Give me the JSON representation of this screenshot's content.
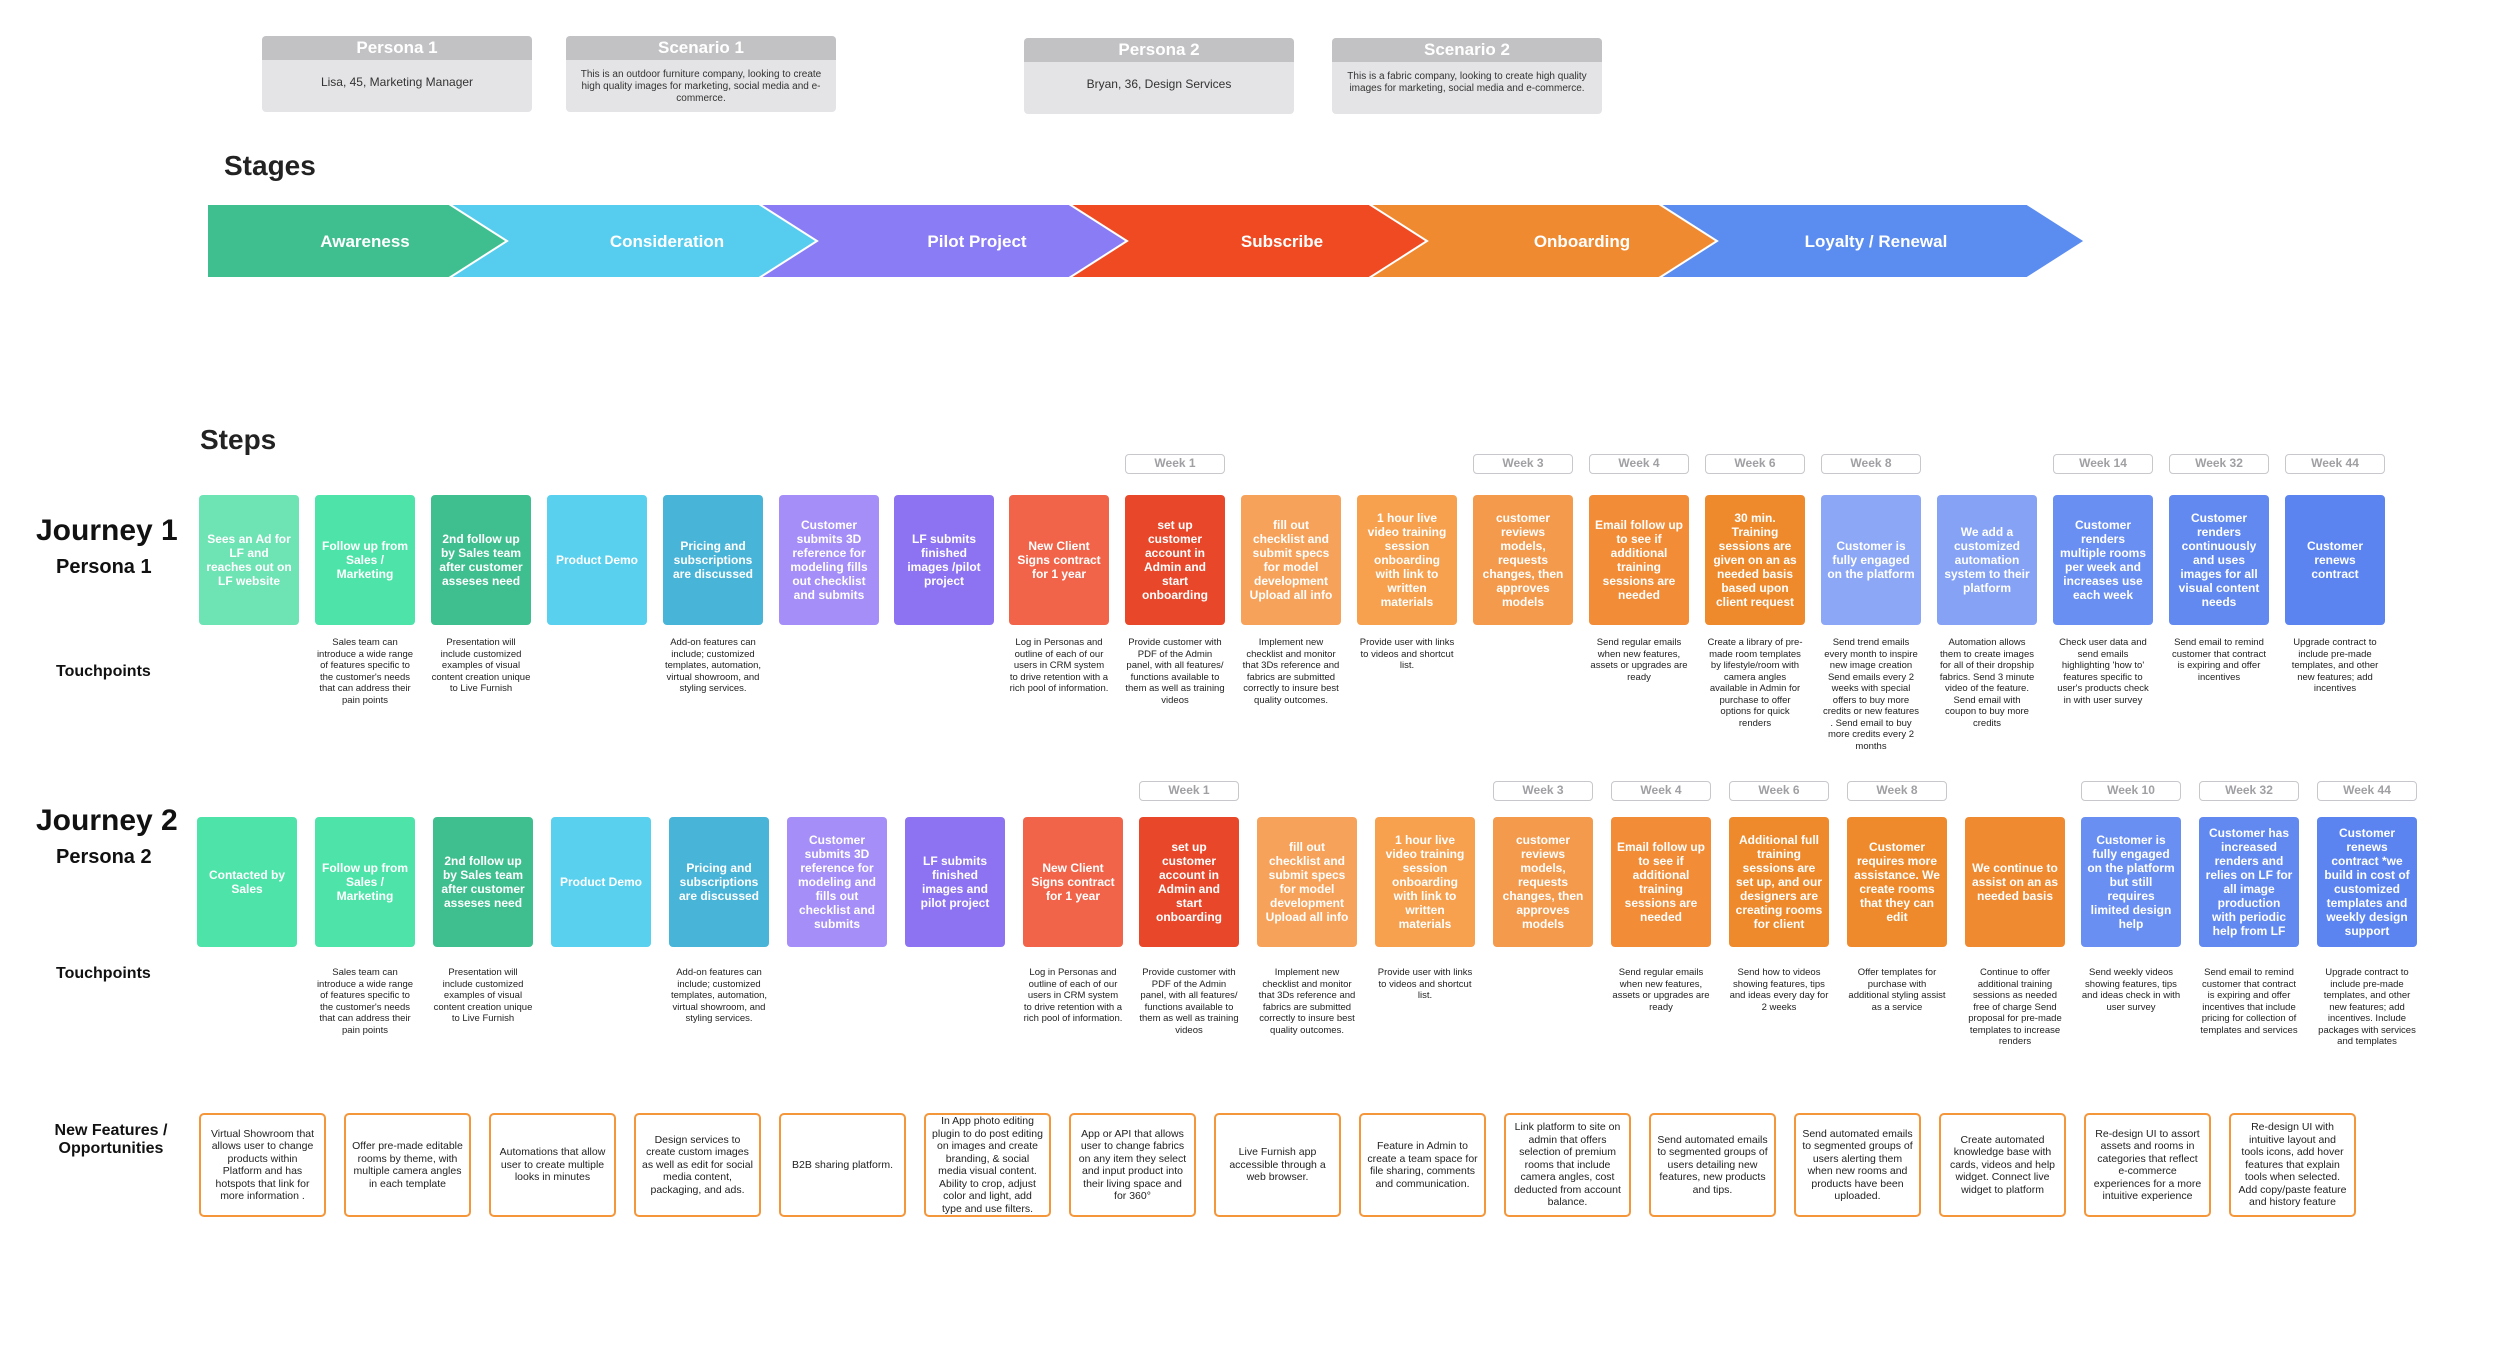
{
  "personas": [
    {
      "title": "Persona 1",
      "body": "Lisa, 45, Marketing Manager",
      "big": true
    },
    {
      "title": "Scenario 1",
      "body": "This is an outdoor furniture company, looking to create high quality images for marketing, social media and e-commerce.",
      "big": false
    },
    {
      "title": "Persona 2",
      "body": "Bryan, 36, Design Services",
      "big": true
    },
    {
      "title": "Scenario 2",
      "body": "This is a fabric company, looking to create high quality images for marketing, social media and e-commerce.",
      "big": false
    }
  ],
  "stages_title": "Stages",
  "steps_title": "Steps",
  "stages": [
    {
      "label": "Awareness",
      "color": "#3fbf8f"
    },
    {
      "label": "Consideration",
      "color": "#56cdef"
    },
    {
      "label": "Pilot Project",
      "color": "#8a7cf5"
    },
    {
      "label": "Subscribe",
      "color": "#ef4a22"
    },
    {
      "label": "Onboarding",
      "color": "#f08a30"
    },
    {
      "label": "Loyalty / Renewal",
      "color": "#5b8cf0"
    }
  ],
  "journey1": {
    "title": "Journey 1",
    "persona": "Persona 1",
    "touch_label": "Touchpoints",
    "cards": [
      {
        "text": "Sees an Ad for LF and reaches out on LF website",
        "color": "#6ee3b4",
        "week": "",
        "touch": ""
      },
      {
        "text": "Follow up from Sales / Marketing",
        "color": "#4ee3a8",
        "week": "",
        "touch": "Sales team can introduce a wide range of features specific to the customer's needs that can address their pain points"
      },
      {
        "text": "2nd follow up by Sales team after customer asseses need",
        "color": "#3fbf8f",
        "week": "",
        "touch": "Presentation will include customized examples of visual content creation unique to Live Furnish"
      },
      {
        "text": "Product Demo",
        "color": "#58d0ee",
        "week": "",
        "touch": ""
      },
      {
        "text": "Pricing and subscriptions are discussed",
        "color": "#48b4d8",
        "week": "",
        "touch": "Add-on features can include; customized templates, automation, virtual showroom, and styling services."
      },
      {
        "text": "Customer submits 3D reference for modeling fills out checklist and submits",
        "color": "#a58ef7",
        "week": "",
        "touch": ""
      },
      {
        "text": "LF submits finished images /pilot project",
        "color": "#8d73f2",
        "week": "",
        "touch": ""
      },
      {
        "text": "New Client Signs contract for 1 year",
        "color": "#f2644a",
        "week": "",
        "touch": "Log in Personas and outline of each of our users in CRM system to drive retention with a rich pool of information."
      },
      {
        "text": "set up customer account in Admin and start onboarding",
        "color": "#e8472a",
        "week": "Week 1",
        "touch": "Provide customer with PDF of the Admin panel, with all features/ functions available to them as well as training videos"
      },
      {
        "text": "fill out checklist and submit specs for model development Upload all info",
        "color": "#f7a25a",
        "week": "",
        "touch": "Implement new checklist and monitor that 3Ds reference and fabrics are submitted correctly to insure best quality outcomes."
      },
      {
        "text": "1 hour live video training session onboarding with link to written materials",
        "color": "#f7a04e",
        "week": "",
        "touch": "Provide user with links to videos and shortcut list."
      },
      {
        "text": "customer reviews models, requests changes, then approves models",
        "color": "#f49a4c",
        "week": "Week 3",
        "touch": ""
      },
      {
        "text": "Email follow up to see if additional training sessions are needed",
        "color": "#f28c36",
        "week": "Week 4",
        "touch": "Send regular emails when new features, assets or upgrades are ready"
      },
      {
        "text": "30 min. Training sessions are given on an as needed basis based upon client request",
        "color": "#ee8a2c",
        "week": "Week 6",
        "touch": "Create a library of pre-made room templates by lifestyle/room with camera angles available in Admin for purchase to offer options for quick renders"
      },
      {
        "text": "Customer is fully engaged on the platform",
        "color": "#8ca7f6",
        "week": "Week 8",
        "touch": "Send trend emails every month to inspire new image creation Send emails every 2 weeks with special offers to buy more credits or new features . Send email to buy more credits every 2 months"
      },
      {
        "text": "We add a customized automation system to their platform",
        "color": "#85a2f5",
        "week": "",
        "touch": "Automation allows them to create images for all of their dropship fabrics. Send 3 minute video of the feature. Send email with coupon to buy more credits"
      },
      {
        "text": "Customer renders multiple rooms per week and increases use each week",
        "color": "#6a8ff2",
        "week": "Week 14",
        "touch": "Check user data and send emails highlighting 'how to' features specific to user's products check in with user survey"
      },
      {
        "text": "Customer renders continuously and uses images for all visual content needs",
        "color": "#6289f0",
        "week": "Week 32",
        "touch": "Send email to remind customer that contract is expiring and offer incentives"
      },
      {
        "text": "Customer renews contract",
        "color": "#5b84f0",
        "week": "Week 44",
        "touch": "Upgrade contract to include pre-made templates, and other new features; add incentives"
      }
    ]
  },
  "journey2": {
    "title": "Journey 2",
    "persona": "Persona 2",
    "touch_label": "Touchpoints",
    "cards": [
      {
        "text": "Contacted by Sales",
        "color": "#4ee3a8",
        "week": "",
        "touch": ""
      },
      {
        "text": "Follow up from Sales / Marketing",
        "color": "#4ee3a8",
        "week": "",
        "touch": "Sales team can introduce a wide range of features specific to the customer's needs that can address their pain points"
      },
      {
        "text": "2nd follow up by Sales team after customer asseses need",
        "color": "#3fbf8f",
        "week": "",
        "touch": "Presentation will include customized examples of visual content creation unique to Live Furnish"
      },
      {
        "text": "Product Demo",
        "color": "#58d0ee",
        "week": "",
        "touch": ""
      },
      {
        "text": "Pricing and subscriptions are discussed",
        "color": "#48b4d8",
        "week": "",
        "touch": "Add-on features can include; customized templates, automation, virtual showroom, and styling services."
      },
      {
        "text": "Customer submits 3D reference for modeling and fills out checklist and submits",
        "color": "#a58ef7",
        "week": "",
        "touch": ""
      },
      {
        "text": "LF submits finished images and pilot project",
        "color": "#8d73f2",
        "week": "",
        "touch": ""
      },
      {
        "text": "New Client Signs contract for 1 year",
        "color": "#f2644a",
        "week": "",
        "touch": "Log in Personas and outline of each of our users in CRM system to drive retention with a rich pool of information."
      },
      {
        "text": "set up customer account in Admin and start onboarding",
        "color": "#e8472a",
        "week": "Week 1",
        "touch": "Provide customer with PDF of the Admin panel, with all features/ functions available to them as well as training videos"
      },
      {
        "text": "fill out checklist and submit specs for model development Upload all info",
        "color": "#f7a25a",
        "week": "",
        "touch": "Implement new checklist and monitor that 3Ds reference and fabrics are submitted correctly to insure best quality outcomes."
      },
      {
        "text": "1 hour live video training session onboarding with link to written materials",
        "color": "#f7a04e",
        "week": "",
        "touch": "Provide user with links to videos and shortcut list."
      },
      {
        "text": "customer reviews models, requests changes, then approves models",
        "color": "#f49a4c",
        "week": "Week 3",
        "touch": ""
      },
      {
        "text": "Email follow up to see if additional training sessions are needed",
        "color": "#f28c36",
        "week": "Week 4",
        "touch": "Send regular emails when new features, assets or upgrades are ready"
      },
      {
        "text": "Additional full training sessions are set up, and our designers are creating rooms for client",
        "color": "#ee8a2c",
        "week": "Week 6",
        "touch": "Send how to videos showing features, tips and ideas every day for 2 weeks"
      },
      {
        "text": "Customer requires more assistance. We create rooms that they can edit",
        "color": "#ee8a2c",
        "week": "Week 8",
        "touch": "Offer templates for purchase with additional styling assist as a service"
      },
      {
        "text": "We continue to assist on an as needed basis",
        "color": "#f08a30",
        "week": "",
        "touch": "Continue to offer additional training sessions as needed free of charge Send proposal for pre-made templates to increase renders"
      },
      {
        "text": "Customer is fully engaged on the platform but still requires limited design help",
        "color": "#6a8ff2",
        "week": "Week 10",
        "touch": "Send weekly videos showing features, tips and ideas check in with user survey"
      },
      {
        "text": "Customer has increased renders and relies on LF for all image production with periodic help from LF",
        "color": "#6289f0",
        "week": "Week 32",
        "touch": "Send email to remind customer that contract is expiring and offer incentives that include pricing for collection of templates and services"
      },
      {
        "text": "Customer renews contract *we build in cost of customized templates and weekly design support",
        "color": "#5b84f0",
        "week": "Week 44",
        "touch": "Upgrade contract to include pre-made templates, and other new features; add incentives. Include packages with services and templates"
      }
    ]
  },
  "features": {
    "label": "New Features / Opportunities",
    "items": [
      "Virtual Showroom that allows user to change products within Platform and has hotspots that link for more information .",
      "Offer pre-made editable rooms by theme, with multiple camera angles in each template",
      "Automations that allow user to create multiple looks in minutes",
      "Design services to create custom images as well as edit for social media content, packaging, and ads.",
      "B2B sharing platform.",
      "In App photo editing plugin to do post editing on images and create branding, & social media visual content. Ability to crop, adjust color and light, add type and use filters.",
      "App or API that allows user to change fabrics on any item they select and input product into their living space and for 360°",
      "Live Furnish app accessible through a web browser.",
      "Feature in Admin to create a team space for file sharing, comments and communication.",
      "Link platform to site on admin that offers selection of premium rooms that include camera angles, cost deducted from account balance.",
      "Send automated emails to segmented groups of users detailing new features, new products and tips.",
      "Send automated emails to segmented groups of users alerting them when new rooms and products have been uploaded.",
      "Create automated knowledge base with cards, videos and help widget. Connect live widget to platform",
      "Re-design UI to assort assets and rooms in categories that reflect e-commerce experiences for a more intuitive experience",
      "Re-design UI with intuitive layout and tools icons, add hover features that explain tools when selected. Add copy/paste feature and history feature"
    ]
  }
}
